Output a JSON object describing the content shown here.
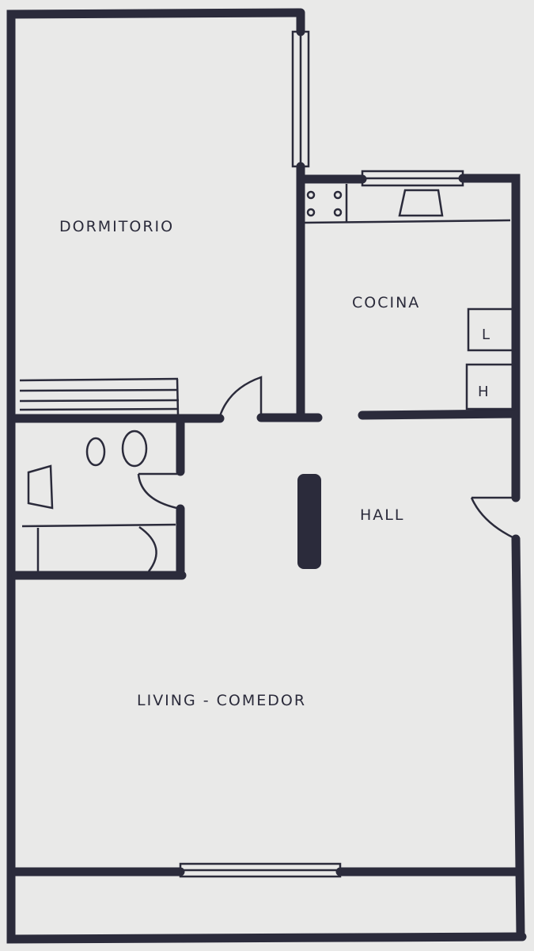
{
  "rooms": {
    "dormitorio": "DORMITORIO",
    "cocina": "COCINA",
    "hall": "HALL",
    "living": "LIVING - COMEDOR"
  },
  "appliances": {
    "laundry": "L",
    "heater": "H"
  },
  "colors": {
    "paper": "#e9e9e8",
    "ink": "#2b2b3b"
  }
}
